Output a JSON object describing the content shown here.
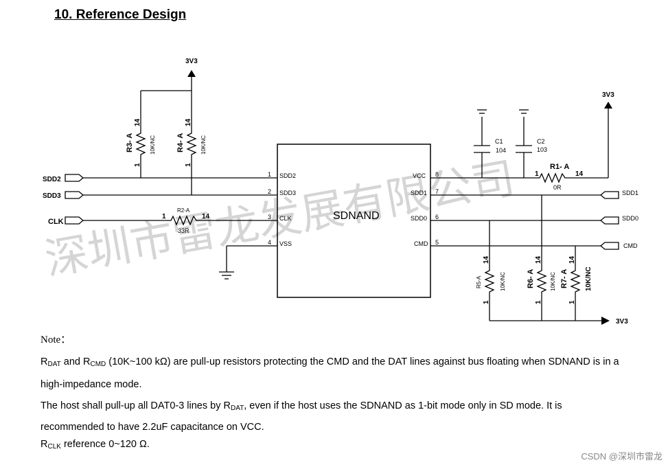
{
  "heading": "10. Reference Design",
  "chip": {
    "name": "SDNAND",
    "pins_left": [
      {
        "num": "1",
        "name": "SDD2"
      },
      {
        "num": "2",
        "name": "SDD3"
      },
      {
        "num": "3",
        "name": "CLK"
      },
      {
        "num": "4",
        "name": "VSS"
      }
    ],
    "pins_right": [
      {
        "num": "8",
        "name": "VCC"
      },
      {
        "num": "7",
        "name": "SDD1"
      },
      {
        "num": "6",
        "name": "SDD0"
      },
      {
        "num": "5",
        "name": "CMD"
      }
    ]
  },
  "ports": {
    "sdd2": "SDD2",
    "sdd3": "SDD3",
    "clk": "CLK",
    "sdd1": "SDD1",
    "sdd0": "SDD0",
    "cmd": "CMD"
  },
  "power": {
    "top_left": "3V3",
    "top_right": "3V3",
    "bottom_right": "3V3"
  },
  "components": {
    "r3": {
      "ref": "R3- A",
      "value": "10K/NC",
      "pin_top": "14",
      "pin_bottom": "1"
    },
    "r4": {
      "ref": "R4- A",
      "value": "10K/NC",
      "pin_top": "14",
      "pin_bottom": "1"
    },
    "r2": {
      "ref": "R2-A",
      "value": "33R",
      "pin_left": "1",
      "pin_right": "14"
    },
    "r1": {
      "ref": "R1- A",
      "value": "0R",
      "pin_left": "1",
      "pin_right": "14"
    },
    "c1": {
      "ref": "C1",
      "value": "104"
    },
    "c2": {
      "ref": "C2",
      "value": "103"
    },
    "r5": {
      "ref": "R5-A",
      "value": "10K/NC",
      "pin_top": "14",
      "pin_bottom": "1"
    },
    "r6": {
      "ref": "R6- A",
      "value": "10K/NC",
      "pin_top": "14",
      "pin_bottom": "1"
    },
    "r7": {
      "ref": "R7- A",
      "value": "10K/NC",
      "pin_top": "14",
      "pin_bottom": "1"
    }
  },
  "watermark": "深圳市雷龙发展有限公司",
  "notes": {
    "label": "Note：",
    "line1": {
      "r_a": "R",
      "sub_a": "DAT",
      "mid": " and R",
      "sub_b": "CMD",
      "rest": " (10K~100 kΩ) are pull-up resistors protecting the CMD and the DAT lines against bus floating when SDNAND is in a"
    },
    "line2": "high-impedance mode.",
    "line3": {
      "pre": "The host shall pull-up all DAT0-3 lines by R",
      "sub": "DAT",
      "post": ", even if the host uses the SDNAND as 1-bit mode only in SD mode. It is"
    },
    "line4": "recommended to have 2.2uF capacitance on VCC.",
    "line5": {
      "r": "R",
      "sub": "CLK",
      "post": " reference 0~120 Ω."
    }
  },
  "credit": "CSDN @深圳市雷龙"
}
